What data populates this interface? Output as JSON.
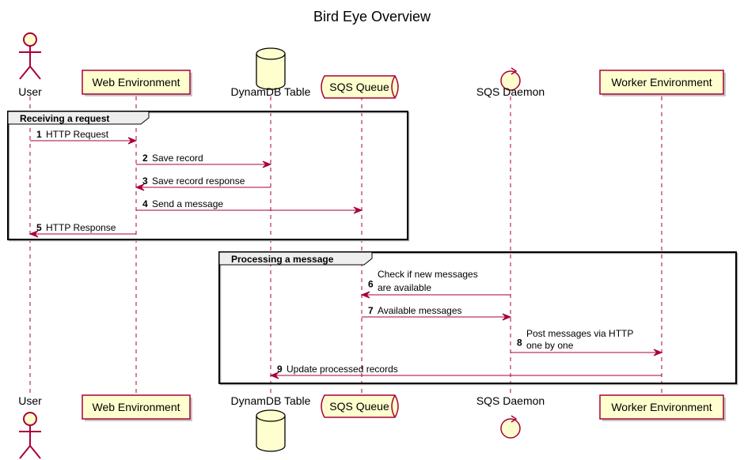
{
  "title": "Bird Eye Overview",
  "colors": {
    "participant_fill": "#FEFECE",
    "participant_border": "#A80036",
    "arrow": "#A80036",
    "lifeline": "#A80036",
    "group_border": "#000000",
    "group_header_fill": "#EEEEEE"
  },
  "participants": [
    {
      "id": "user",
      "name": "User",
      "type": "actor"
    },
    {
      "id": "web",
      "name": "Web Environment",
      "type": "participant"
    },
    {
      "id": "ddb",
      "name": "DynamDB Table",
      "type": "database"
    },
    {
      "id": "sqs",
      "name": "SQS Queue",
      "type": "queue"
    },
    {
      "id": "daemon",
      "name": "SQS Daemon",
      "type": "control"
    },
    {
      "id": "worker",
      "name": "Worker Environment",
      "type": "participant"
    }
  ],
  "groups": [
    {
      "label": "Receiving a request"
    },
    {
      "label": "Processing a message"
    }
  ],
  "messages": [
    {
      "num": "1",
      "from": "user",
      "to": "web",
      "lines": [
        "HTTP Request"
      ]
    },
    {
      "num": "2",
      "from": "web",
      "to": "ddb",
      "lines": [
        "Save record"
      ]
    },
    {
      "num": "3",
      "from": "ddb",
      "to": "web",
      "lines": [
        "Save record response"
      ]
    },
    {
      "num": "4",
      "from": "web",
      "to": "sqs",
      "lines": [
        "Send a message"
      ]
    },
    {
      "num": "5",
      "from": "web",
      "to": "user",
      "lines": [
        "HTTP Response"
      ]
    },
    {
      "num": "6",
      "from": "daemon",
      "to": "sqs",
      "lines": [
        "Check if new messages",
        "are available"
      ]
    },
    {
      "num": "7",
      "from": "sqs",
      "to": "daemon",
      "lines": [
        "Available messages"
      ]
    },
    {
      "num": "8",
      "from": "daemon",
      "to": "worker",
      "lines": [
        "Post messages via HTTP",
        "one by one"
      ]
    },
    {
      "num": "9",
      "from": "worker",
      "to": "ddb",
      "lines": [
        "Update processed records"
      ]
    }
  ]
}
